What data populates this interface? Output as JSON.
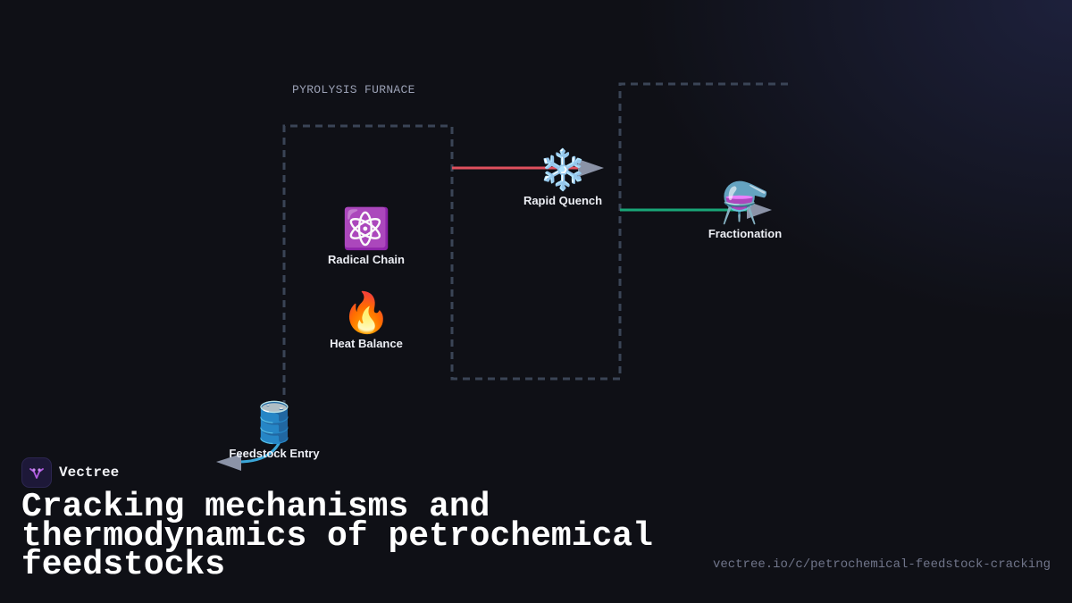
{
  "diagram": {
    "group_label": "PYROLYSIS FURNACE",
    "nodes": {
      "feedstock_entry": {
        "label": "Feedstock Entry",
        "icon": "oil-barrel-icon",
        "glyph": "🛢️"
      },
      "radical_chain": {
        "label": "Radical Chain",
        "icon": "atom-icon",
        "glyph": "⚛️"
      },
      "heat_balance": {
        "label": "Heat Balance",
        "icon": "fire-icon",
        "glyph": "🔥"
      },
      "rapid_quench": {
        "label": "Rapid Quench",
        "icon": "snowflake-icon",
        "glyph": "❄️"
      },
      "fractionation": {
        "label": "Fractionation",
        "icon": "flask-icon",
        "glyph": "⚗️"
      }
    },
    "edge_colors": {
      "furnace_to_quench": "#e0505e",
      "quench_to_fractionation": "#19a678",
      "feedstock_link": "#3ba6d8",
      "group_border": "#3a4456",
      "arrowhead": "#8b93a7"
    }
  },
  "brand": {
    "name": "Vectree",
    "logo_icon": "vectree-logo-icon",
    "accent": "#b15ce0"
  },
  "title": "Cracking mechanisms and thermodynamics of petrochemical feedstocks",
  "url": "vectree.io/c/petrochemical-feedstock-cracking"
}
